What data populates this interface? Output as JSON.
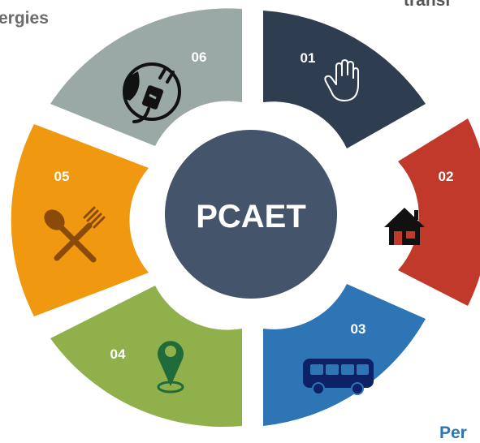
{
  "corner_texts": {
    "top_left": "ergies",
    "top_right": "transi",
    "bottom_right": "Per"
  },
  "center": {
    "label": "PCAET",
    "color": "#44546a"
  },
  "segments": [
    {
      "number": "01",
      "color": "#2e3d50",
      "icon": "raised-hand-icon"
    },
    {
      "number": "02",
      "color": "#c0392b",
      "icon": "house-icon"
    },
    {
      "number": "03",
      "color": "#2e75b6",
      "icon": "bus-icon"
    },
    {
      "number": "04",
      "color": "#8fb04a",
      "icon": "location-pin-icon"
    },
    {
      "number": "05",
      "color": "#f0980f",
      "icon": "spoon-fork-icon"
    },
    {
      "number": "06",
      "color": "#9aa8a6",
      "icon": "leaf-plug-icon"
    }
  ],
  "colors": {
    "background": "#ffffff",
    "label_text": "#ffffff",
    "corner_left": "#6b6b6b",
    "corner_right": "#555555",
    "corner_bottom": "#2e75b6"
  }
}
